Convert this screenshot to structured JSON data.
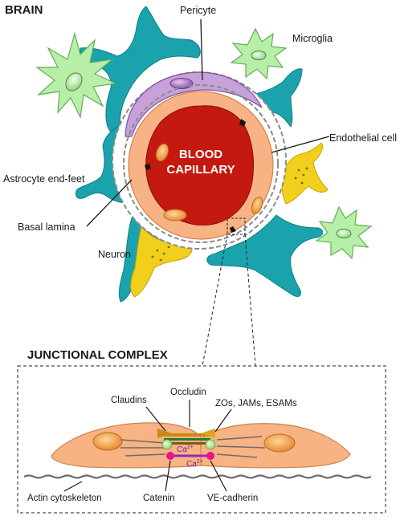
{
  "brain_title": "BRAIN",
  "capillary_label_line1": "BLOOD",
  "capillary_label_line2": "CAPILLARY",
  "labels": {
    "pericyte": "Pericyte",
    "microglia": "Microglia",
    "endothelial_cell": "Endothelial cell",
    "astrocyte_end_feet": "Astrocyte end-feet",
    "basal_lamina": "Basal lamina",
    "neuron": "Neuron"
  },
  "junction_title": "JUNCTIONAL COMPLEX",
  "junction_labels": {
    "claudins": "Claudins",
    "occludin": "Occludin",
    "zos_jams_esams": "ZOs, JAMs, ESAMs",
    "actin_cytoskeleton": "Actin cytoskeleton",
    "catenin": "Catenin",
    "ve_cadherin": "VE-cadherin"
  },
  "calcium": {
    "base": "Ca",
    "superscript": "2+"
  },
  "colors": {
    "astrocyte": "#1aa3ad",
    "astrocyte_stroke": "#0e7f87",
    "microglia": "#b8efa8",
    "microglia_stroke": "#5fae55",
    "pericyte": "#c7a2d9",
    "endothelium": "#f7b383",
    "lumen": "#c4190f",
    "neuron": "#f2cf1c",
    "nucleus": "#f0a24c",
    "claudin": "#c98a12",
    "occludin": "#e0a31c",
    "zo": "#b6e89a",
    "catenin": "#ee0f8e",
    "ve_cadherin": "#8f2db8",
    "actin": "#6b6b6b"
  }
}
